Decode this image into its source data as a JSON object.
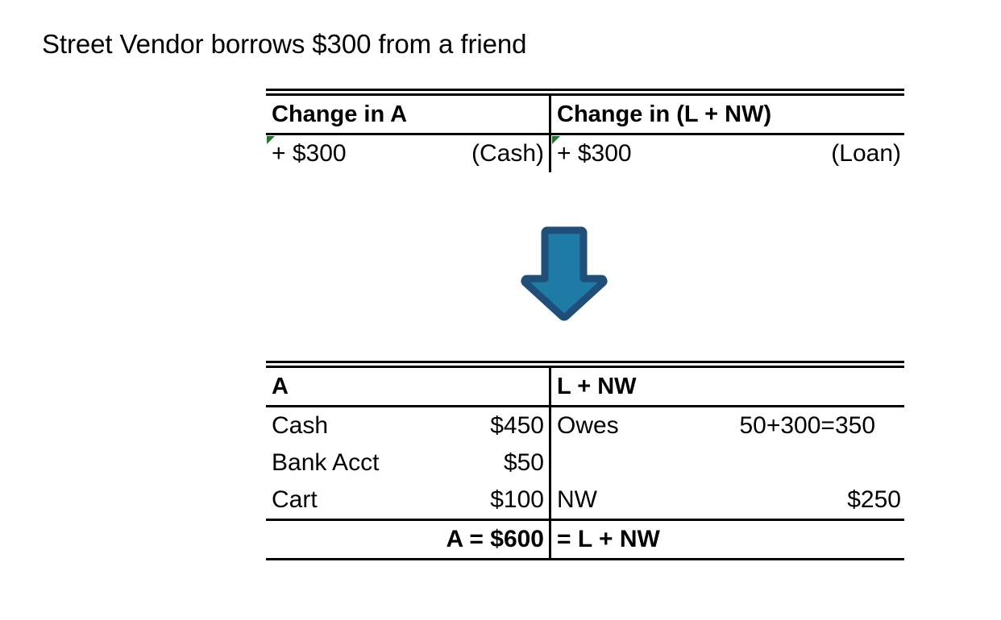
{
  "slide": {
    "title": "Street Vendor borrows $300 from a friend",
    "accent_blue_dark": "#1F4E79",
    "accent_blue_light": "#1D7BA6",
    "flag_green": "#1a7a21",
    "rule_color": "#000000"
  },
  "arrow": {
    "icon": "down-arrow-icon",
    "direction": "down"
  },
  "table_change": {
    "headers": {
      "left": "Change in A",
      "right": "Change in (L + NW)"
    },
    "rows": [
      {
        "left_label": "+ $300",
        "left_value": "(Cash)",
        "right_label": "+ $300",
        "right_value": "(Loan)"
      }
    ]
  },
  "table_balance": {
    "headers": {
      "left": "A",
      "right": "L + NW"
    },
    "rows": [
      {
        "left_label": "Cash",
        "left_value": "$450",
        "right_label": "Owes",
        "right_value": "50+300=350"
      },
      {
        "left_label": "Bank Acct",
        "left_value": "$50",
        "right_label": "",
        "right_value": ""
      },
      {
        "left_label": "Cart",
        "left_value": "$100",
        "right_label": "NW",
        "right_value": "$250"
      }
    ],
    "total": {
      "left_value": "A = $600",
      "right_label": "= L + NW"
    }
  }
}
